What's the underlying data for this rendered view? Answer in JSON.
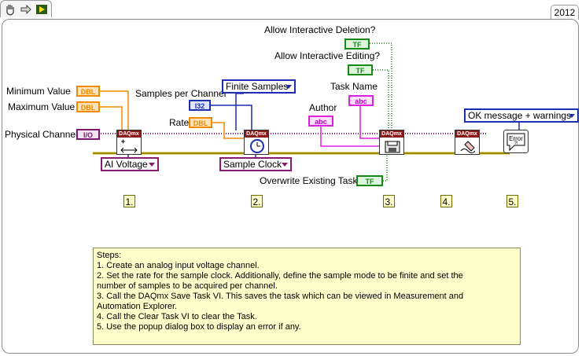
{
  "year_badge": "2012",
  "labels": {
    "minimum_value": "Minimum Value",
    "maximum_value": "Maximum Value",
    "physical_channel": "Physical Channel",
    "samples_per_channel": "Samples per Channel",
    "rate": "Rate",
    "author": "Author",
    "task_name": "Task Name",
    "allow_interactive_deletion": "Allow Interactive Deletion?",
    "allow_interactive_editing": "Allow Interactive Editing?",
    "overwrite_existing_task": "Overwrite Existing Task"
  },
  "terminals": {
    "dbl": "DBL",
    "i32": "I32",
    "io": "I/O",
    "string": "abc",
    "bool": "TF"
  },
  "rings": {
    "ai_voltage": "AI Voltage",
    "sample_clock": "Sample Clock",
    "finite_samples": "Finite Samples",
    "ok_message": "OK message + warnings"
  },
  "vi_header": "DAQmx",
  "error_label": "Error",
  "steps": [
    "1.",
    "2.",
    "3.",
    "4.",
    "5."
  ],
  "notes": {
    "heading": "Steps:",
    "lines": [
      "1.  Create an analog input voltage channel.",
      "2.  Set the rate for the sample clock. Additionally, define the sample mode to be finite and set the",
      "number of samples to be acquired per channel.",
      "3.  Call the DAQmx Save Task VI.  This saves the task which can be viewed in Measurement and",
      "Automation Explorer.",
      "4. Call the Clear Task VI to clear the Task.",
      "5.  Use the popup dialog box to display an error if any."
    ]
  },
  "colors": {
    "dbl_wire": "#f08a00",
    "i32_wire": "#1c2fb0",
    "task_wire": "#8a1a6e",
    "string_wire": "#e020e0",
    "bool_wire": "#168a16",
    "error_wire": "#c8b400",
    "comment_bg": "#ffffcc"
  }
}
